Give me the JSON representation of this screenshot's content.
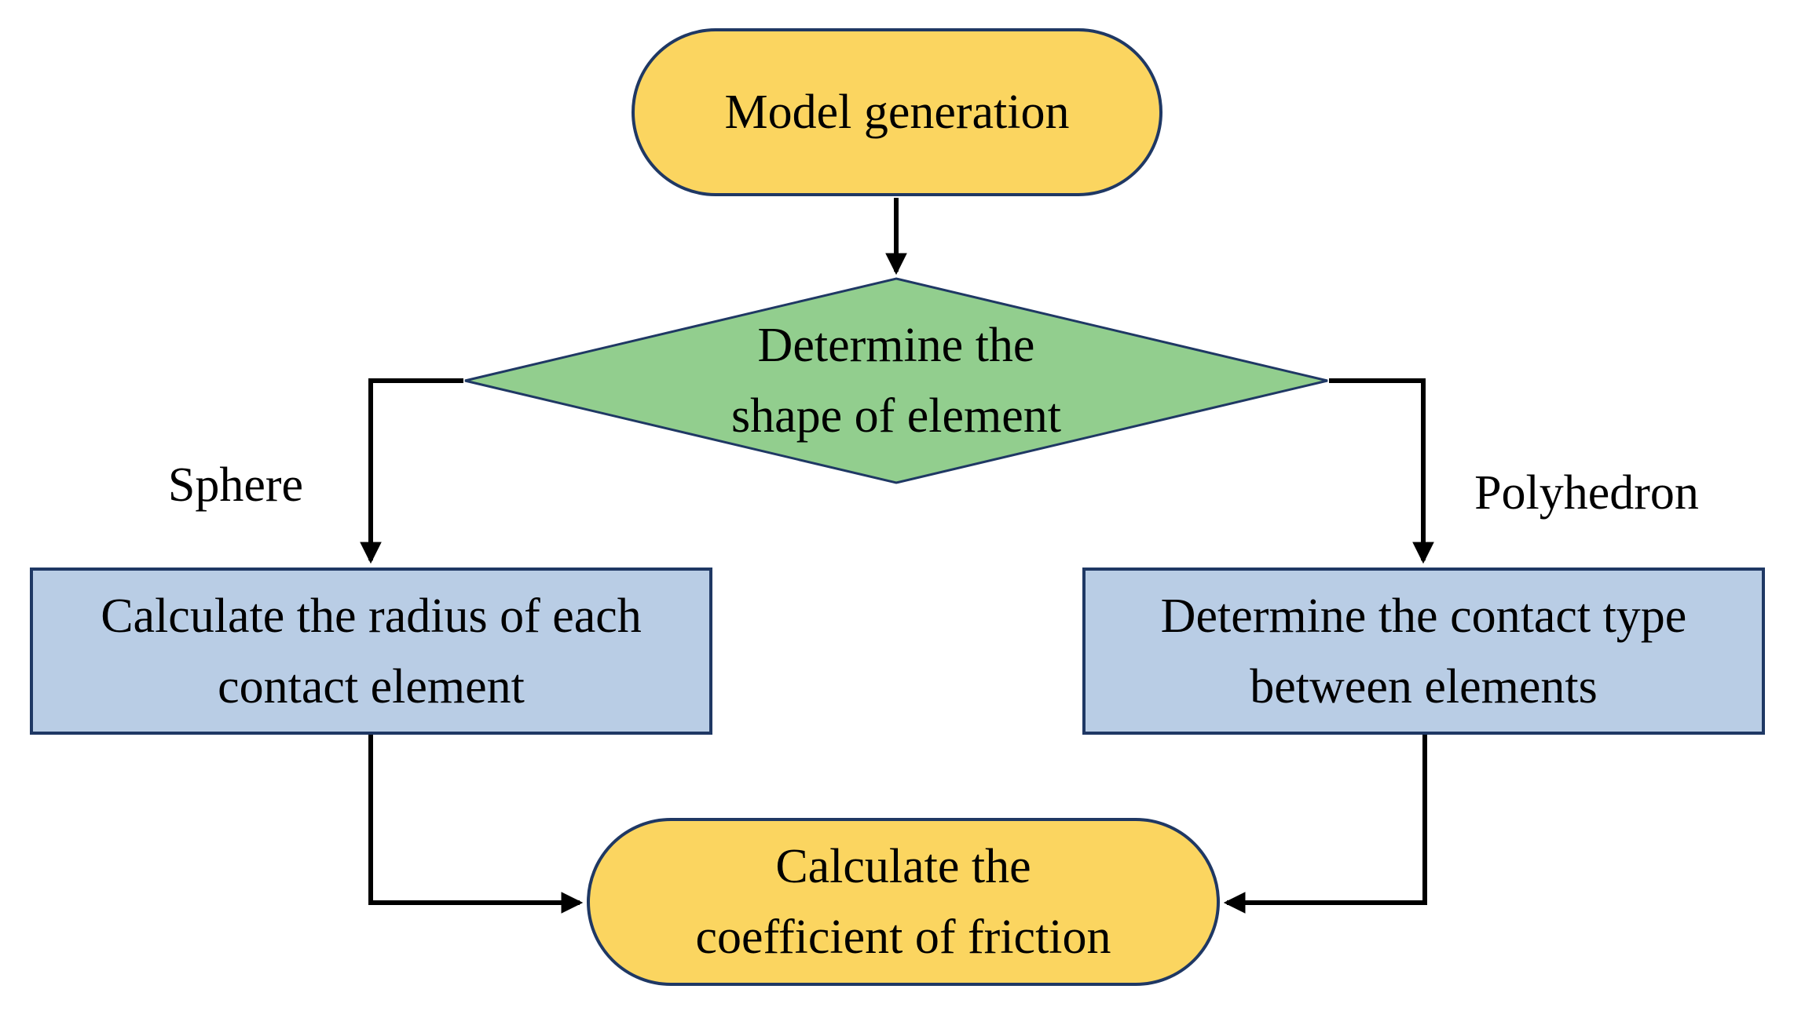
{
  "diagram": {
    "nodes": {
      "start": {
        "shape": "terminator",
        "lines": [
          "Model generation"
        ]
      },
      "decision": {
        "shape": "decision",
        "lines": [
          "Determine the",
          "shape of element"
        ]
      },
      "process_left": {
        "shape": "process",
        "lines": [
          "Calculate the radius of each",
          "contact element"
        ]
      },
      "process_right": {
        "shape": "process",
        "lines": [
          "Determine the contact type",
          "between elements"
        ]
      },
      "end": {
        "shape": "terminator",
        "lines": [
          "Calculate the",
          "coefficient of friction"
        ]
      }
    },
    "edge_labels": {
      "left_branch": "Sphere",
      "right_branch": "Polyhedron"
    },
    "colors": {
      "terminator_fill": "#FBD560",
      "decision_fill": "#92CE8E",
      "process_fill": "#B9CDE5",
      "shape_border": "#1F3864",
      "arrow": "#000000",
      "label_text": "#000000",
      "background": "#FFFFFF"
    }
  }
}
